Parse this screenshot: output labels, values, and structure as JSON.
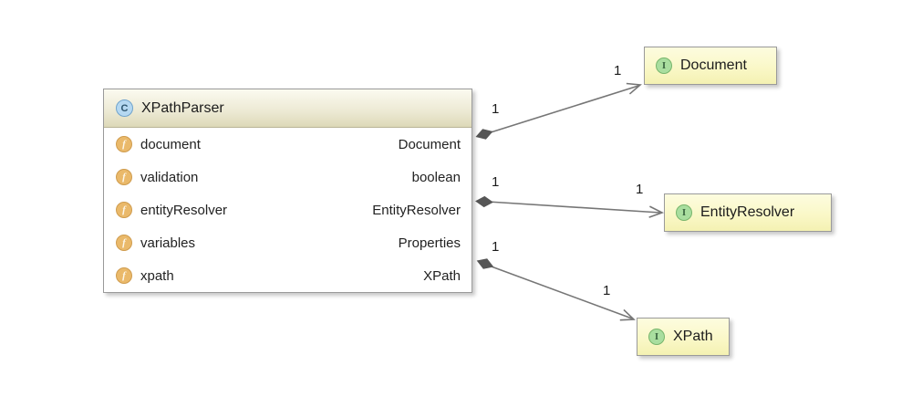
{
  "diagram": {
    "main_class": {
      "icon_letter": "C",
      "name": "XPathParser",
      "fields": [
        {
          "icon_letter": "f",
          "name": "document",
          "type": "Document"
        },
        {
          "icon_letter": "f",
          "name": "validation",
          "type": "boolean"
        },
        {
          "icon_letter": "f",
          "name": "entityResolver",
          "type": "EntityResolver"
        },
        {
          "icon_letter": "f",
          "name": "variables",
          "type": "Properties"
        },
        {
          "icon_letter": "f",
          "name": "xpath",
          "type": "XPath"
        }
      ]
    },
    "interfaces": [
      {
        "icon_letter": "I",
        "name": "Document"
      },
      {
        "icon_letter": "I",
        "name": "EntityResolver"
      },
      {
        "icon_letter": "I",
        "name": "XPath"
      }
    ],
    "edges": [
      {
        "from": "XPathParser",
        "to": "Document",
        "kind": "aggregation-arrow",
        "source_label": "1",
        "target_label": "1"
      },
      {
        "from": "XPathParser",
        "to": "EntityResolver",
        "kind": "aggregation-arrow",
        "source_label": "1",
        "target_label": "1"
      },
      {
        "from": "XPathParser",
        "to": "XPath",
        "kind": "aggregation-arrow",
        "source_label": "1",
        "target_label": "1"
      }
    ],
    "colors": {
      "class_header_top": "#fbfaf0",
      "class_header_bottom": "#ddd9b8",
      "node_border": "#9a9a9a",
      "interface_fill": "#faf8c8",
      "class_icon_bg": "#b5d8f1",
      "field_icon_bg": "#eab96a",
      "interface_icon_bg": "#a9de9f",
      "edge_color": "#767676",
      "text_color": "#1c1c1c"
    }
  }
}
